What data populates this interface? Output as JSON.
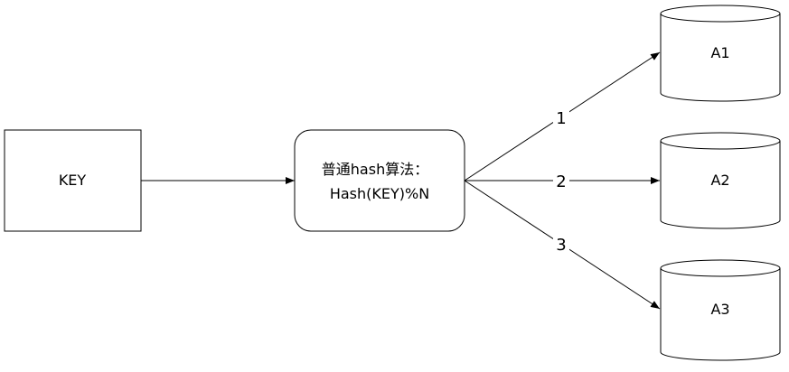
{
  "key_box": {
    "label": "KEY"
  },
  "hash_box": {
    "line1": "普通hash算法：",
    "line2": "Hash(KEY)%N"
  },
  "edges": [
    {
      "label": "1"
    },
    {
      "label": "2"
    },
    {
      "label": "3"
    }
  ],
  "databases": [
    {
      "label": "A1"
    },
    {
      "label": "A2"
    },
    {
      "label": "A3"
    }
  ]
}
